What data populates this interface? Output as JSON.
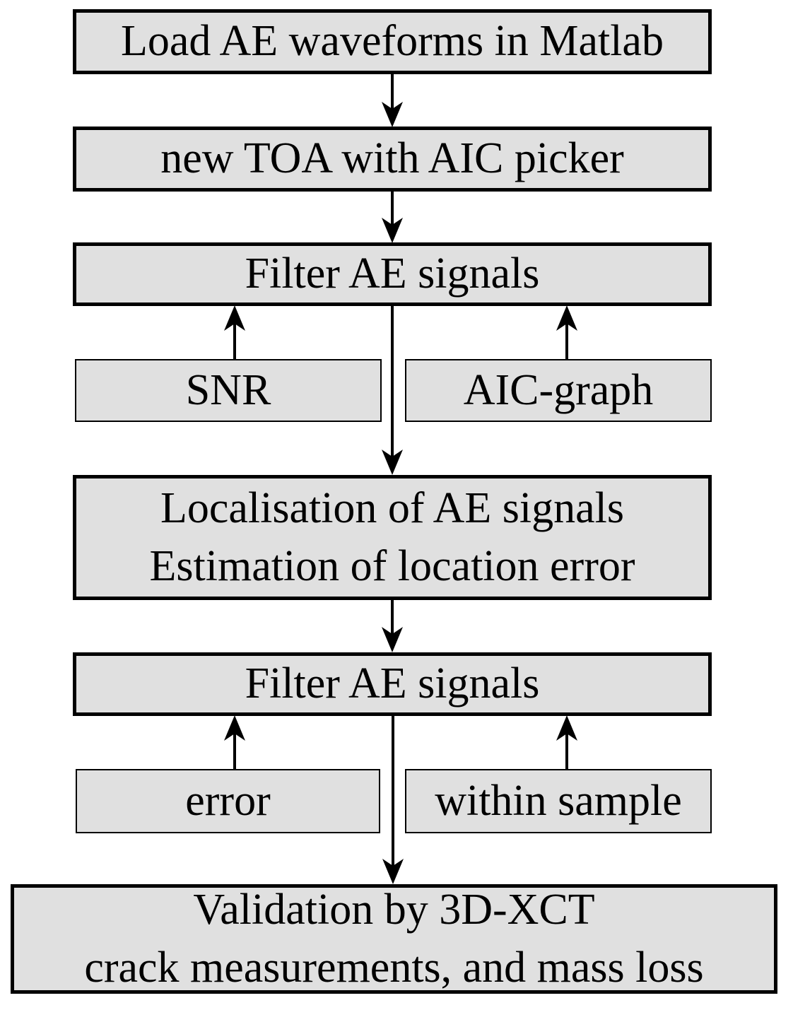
{
  "diagram": {
    "type": "flowchart",
    "colors": {
      "background": "#ffffff",
      "box_fill": "#e0e0e0",
      "border": "#000000",
      "text": "#000000",
      "arrow": "#000000"
    },
    "nodes": {
      "load": {
        "label": "Load AE waveforms in Matlab"
      },
      "toa": {
        "label": "new TOA with AIC picker"
      },
      "filter1": {
        "label": "Filter AE signals"
      },
      "snr": {
        "label": "SNR"
      },
      "aic_graph": {
        "label": "AIC-graph"
      },
      "localisation": {
        "lines": [
          "Localisation of AE signals",
          "Estimation of location error"
        ]
      },
      "filter2": {
        "label": "Filter AE signals"
      },
      "error": {
        "label": "error"
      },
      "within_sample": {
        "label": "within sample"
      },
      "validation": {
        "lines": [
          "Validation by 3D-XCT",
          "crack measurements, and mass loss"
        ]
      }
    },
    "edges": [
      {
        "from": "load",
        "to": "toa",
        "direction": "down"
      },
      {
        "from": "toa",
        "to": "filter1",
        "direction": "down"
      },
      {
        "from": "filter1",
        "to": "localisation",
        "direction": "down"
      },
      {
        "from": "snr",
        "to": "filter1",
        "direction": "up"
      },
      {
        "from": "aic_graph",
        "to": "filter1",
        "direction": "up"
      },
      {
        "from": "localisation",
        "to": "filter2",
        "direction": "down"
      },
      {
        "from": "filter2",
        "to": "validation",
        "direction": "down"
      },
      {
        "from": "error",
        "to": "filter2",
        "direction": "up"
      },
      {
        "from": "within_sample",
        "to": "filter2",
        "direction": "up"
      }
    ]
  }
}
